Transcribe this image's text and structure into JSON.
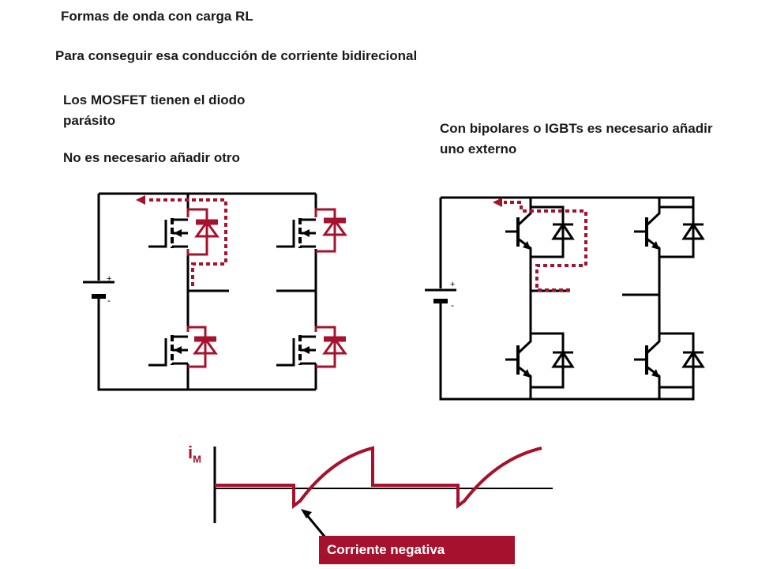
{
  "title": "Formas de onda con carga RL",
  "subtitle": "Para conseguir esa conducción de corriente bidirecional",
  "mosfet": {
    "line1": "Los MOSFET tienen el diodo parásito",
    "line2": "No es necesario añadir otro"
  },
  "bipolar": {
    "line1": "Con bipolares o IGBTs es necesario añadir uno externo"
  },
  "battery": {
    "plus": "+",
    "minus": "-"
  },
  "waveform": {
    "label_main": "i",
    "label_sub": "M",
    "callout": "Corriente negativa"
  },
  "colors": {
    "accent": "#a6122d",
    "ink": "#000000"
  }
}
